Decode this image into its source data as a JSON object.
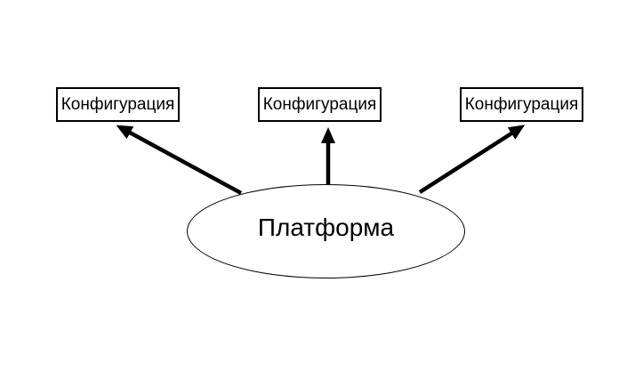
{
  "diagram": {
    "platform_node": {
      "label": "Платформа",
      "shape": "ellipse"
    },
    "config_nodes": [
      {
        "label": "Конфигурация",
        "shape": "rectangle",
        "position": "left"
      },
      {
        "label": "Конфигурация",
        "shape": "rectangle",
        "position": "center"
      },
      {
        "label": "Конфигурация",
        "shape": "rectangle",
        "position": "right"
      }
    ],
    "connections": [
      {
        "from": "platform",
        "to": "config-left",
        "arrowhead": "at-target"
      },
      {
        "from": "platform",
        "to": "config-center",
        "arrowhead": "at-target"
      },
      {
        "from": "platform",
        "to": "config-right",
        "arrowhead": "at-target"
      }
    ],
    "colors": {
      "stroke": "#000000",
      "node_fill": "#ffffff",
      "text": "#000000",
      "background": "#ffffff"
    }
  }
}
